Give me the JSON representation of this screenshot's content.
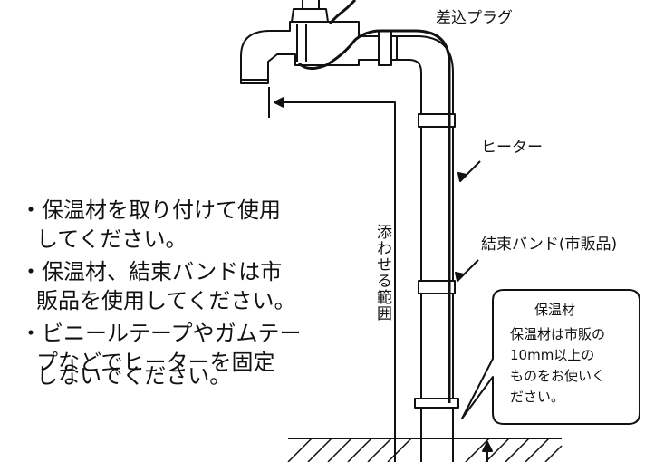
{
  "labels": {
    "plug": "差込プラグ",
    "heater": "ヒーター",
    "band": "結束バンド(市販品)",
    "range": "添わせる範囲"
  },
  "notes": [
    {
      "line1": "・保温材を取り付けて使用",
      "line2": "してください。"
    },
    {
      "line1": "・保温材、結束バンドは市",
      "line2": "販品を使用してください。"
    },
    {
      "line1": "・ビニールテープやガムテー",
      "line2": "プなどでヒーターを固定"
    },
    {
      "line1": "",
      "line2": "しないでください。"
    }
  ],
  "callout": {
    "title": "保温材",
    "lines": [
      "保温材は市販の",
      "10mm以上の",
      "ものをお使いく",
      "ださい。"
    ]
  },
  "colors": {
    "line": "#111111",
    "background": "#ffffff"
  }
}
